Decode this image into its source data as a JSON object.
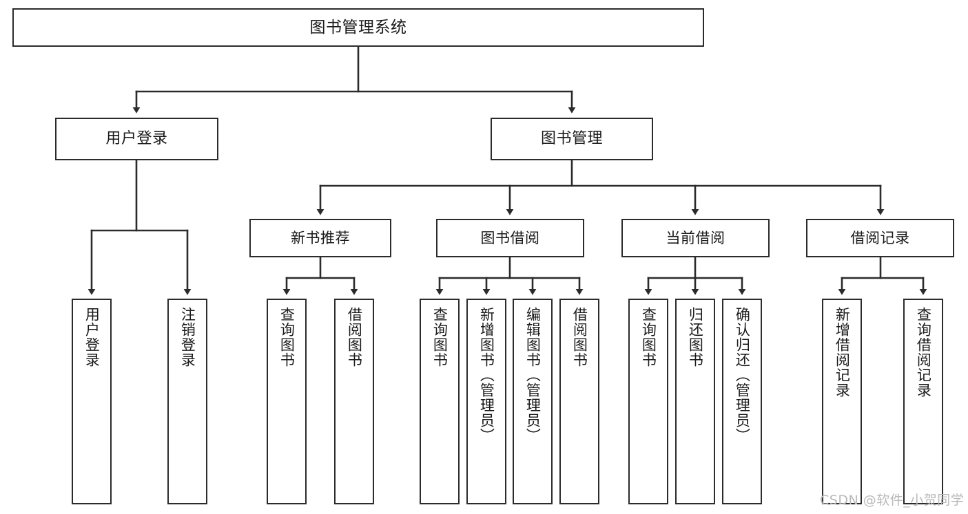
{
  "diagram": {
    "type": "tree-hierarchy",
    "title": "图书管理系统",
    "orientation": "top-down",
    "colors": {
      "node_border": "#2b2b2b",
      "node_fill": "#ffffff",
      "edge": "#2b2b2b",
      "text": "#1a1a1a",
      "watermark": "#b9b9b9",
      "background": "#ffffff"
    },
    "root": {
      "id": "root",
      "label": "图书管理系统",
      "level": 1
    },
    "level2": [
      {
        "id": "user-login",
        "label": "用户登录",
        "level": 2
      },
      {
        "id": "book-management",
        "label": "图书管理",
        "level": 2
      }
    ],
    "level3": [
      {
        "id": "new-book-recommend",
        "label": "新书推荐",
        "level": 3,
        "parent": "book-management"
      },
      {
        "id": "book-borrow",
        "label": "图书借阅",
        "level": 3,
        "parent": "book-management"
      },
      {
        "id": "current-borrow",
        "label": "当前借阅",
        "level": 3,
        "parent": "book-management"
      },
      {
        "id": "borrow-record",
        "label": "借阅记录",
        "level": 3,
        "parent": "book-management"
      }
    ],
    "leaves": [
      {
        "id": "leaf-user-login",
        "label": "用户登录",
        "parent": "user-login"
      },
      {
        "id": "leaf-logout-login",
        "label": "注销登录",
        "parent": "user-login"
      },
      {
        "id": "leaf-query-book-1",
        "label": "查询图书",
        "parent": "new-book-recommend"
      },
      {
        "id": "leaf-borrow-book-1",
        "label": "借阅图书",
        "parent": "new-book-recommend"
      },
      {
        "id": "leaf-query-book-2",
        "label": "查询图书",
        "parent": "book-borrow"
      },
      {
        "id": "leaf-add-book",
        "label": "新增图书（管理员）",
        "parent": "book-borrow"
      },
      {
        "id": "leaf-edit-book",
        "label": "编辑图书（管理员）",
        "parent": "book-borrow"
      },
      {
        "id": "leaf-borrow-book-2",
        "label": "借阅图书",
        "parent": "book-borrow"
      },
      {
        "id": "leaf-query-book-3",
        "label": "查询图书",
        "parent": "current-borrow"
      },
      {
        "id": "leaf-return-book",
        "label": "归还图书",
        "parent": "current-borrow"
      },
      {
        "id": "leaf-confirm-return",
        "label": "确认归还（管理员）",
        "parent": "current-borrow"
      },
      {
        "id": "leaf-add-record",
        "label": "新增借阅记录",
        "parent": "borrow-record"
      },
      {
        "id": "leaf-query-record",
        "label": "查询借阅记录",
        "parent": "borrow-record"
      }
    ]
  },
  "watermark": {
    "text": "CSDN @软件_小贺同学"
  }
}
